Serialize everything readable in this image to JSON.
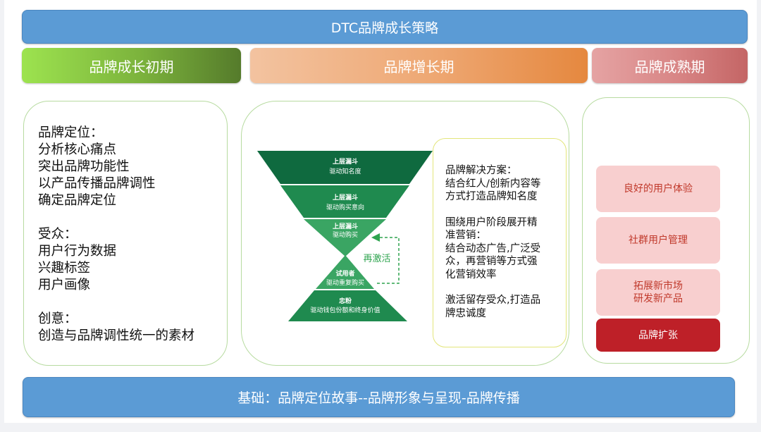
{
  "title": "DTC品牌成长策略",
  "phases": {
    "initial": "品牌成长初期",
    "growth": "品牌增长期",
    "mature": "品牌成熟期"
  },
  "initial_panel": {
    "positioning": [
      "品牌定位：",
      "分析核心痛点",
      "突出品牌功能性",
      "以产品传播品牌调性",
      "确定品牌定位"
    ],
    "audience": [
      "受众：",
      "用户行为数据",
      "兴趣标签",
      "用户画像"
    ],
    "creative": [
      "创意：",
      "创造与品牌调性统一的素材"
    ]
  },
  "funnel": {
    "layers": [
      {
        "title": "上层漏斗",
        "subtitle": "驱动知名度"
      },
      {
        "title": "上层漏斗",
        "subtitle": "驱动购买意向"
      },
      {
        "title": "上层漏斗",
        "subtitle": "驱动购买"
      },
      {
        "title": "试用者",
        "subtitle": "驱动重复购买"
      },
      {
        "title": "忠粉",
        "subtitle": "驱动钱包份额和终身价值"
      }
    ],
    "loop_label": "再激活"
  },
  "solution": {
    "group1": [
      "品牌解决方案：",
      "结合红人/创新内容等",
      "方式打造品牌知名度"
    ],
    "group2": [
      "围绕用户阶段展开精",
      "准营销：",
      "结合动态广告,广泛受",
      "众，再营销等方式强",
      "化营销效率"
    ],
    "group3": [
      "激活留存受众,打造品",
      "牌忠诚度"
    ]
  },
  "mature_items": {
    "experience": "良好的用户体验",
    "community": "社群用户管理",
    "expand_market": "拓展新市场",
    "new_products": "研发新产品",
    "brand_extension": "品牌扩张"
  },
  "base": "基础：品牌定位故事--品牌形象与呈现-品牌传播",
  "colors": {
    "title_blue": "#5b9bd5",
    "funnel_dark": "#0f6a3f",
    "funnel_mid": "#1f8a4f",
    "funnel_light": "#3aa563",
    "loop_green": "#2ea44f",
    "brand_red": "#be2028"
  }
}
